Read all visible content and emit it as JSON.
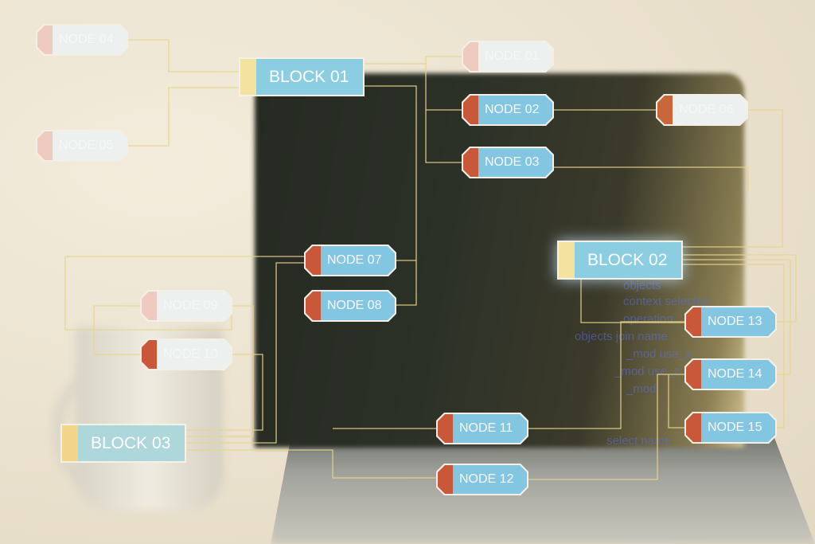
{
  "colors": {
    "line": "#e8d48a",
    "node_cap": "#c9573a",
    "node_body": "#6ebee1",
    "block_cap": "#f4e3a0"
  },
  "blocks": [
    {
      "label": "BLOCK 01"
    },
    {
      "label": "BLOCK 02"
    },
    {
      "label": "BLOCK 03"
    }
  ],
  "nodes": {
    "n01": "NODE 01",
    "n02": "NODE 02",
    "n03": "NODE 03",
    "n04": "NODE 04",
    "n05": "NODE 05",
    "n06": "NODE 06",
    "n07": "NODE 07",
    "n08": "NODE 08",
    "n09": "NODE 09",
    "n10": "NODE 10",
    "n11": "NODE 11",
    "n12": "NODE 12",
    "n13": "NODE 13",
    "n14": "NODE 14",
    "n15": "NODE 15"
  },
  "screen_code": [
    "objects",
    "context selected",
    "operation",
    "objects join name",
    "_mod use_x",
    "_mod use_z",
    "_mod",
    "select name"
  ]
}
